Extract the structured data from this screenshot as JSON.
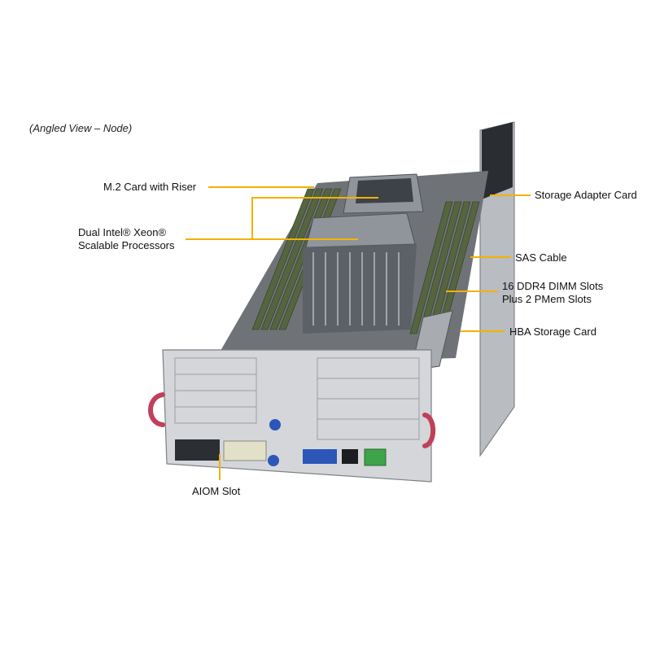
{
  "caption": "(Angled View – Node)",
  "callouts": {
    "m2_card": "M.2 Card with Riser",
    "processors_line1": "Dual Intel® Xeon®",
    "processors_line2": "Scalable Processors",
    "storage_adapter": "Storage Adapter Card",
    "sas_cable": "SAS Cable",
    "dimm_line1": "16 DDR4 DIMM Slots",
    "dimm_line2": "Plus 2 PMem Slots",
    "hba": "HBA Storage Card",
    "aiom": "AIOM Slot"
  },
  "colors": {
    "leader_line": "#f2b200",
    "chassis": "#c9ccd0",
    "chassis_dark": "#7d8287",
    "heatsink": "#9aa0a6",
    "dimm": "#4a5a3a",
    "handle": "#c0405a",
    "port_blue": "#2c56b8",
    "port_green": "#3fa34a"
  }
}
